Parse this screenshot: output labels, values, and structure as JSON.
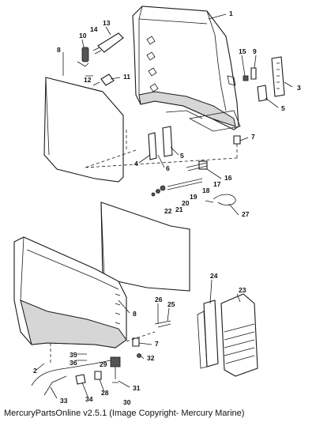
{
  "caption": "MercuryPartsOnline v2.5.1 (Image Copyright- Mercury Marine)",
  "callouts": [
    {
      "id": "c1",
      "text": "1"
    },
    {
      "id": "c2",
      "text": "2"
    },
    {
      "id": "c3",
      "text": "3"
    },
    {
      "id": "c4",
      "text": "4"
    },
    {
      "id": "c5a",
      "text": "5"
    },
    {
      "id": "c5b",
      "text": "5"
    },
    {
      "id": "c6",
      "text": "6"
    },
    {
      "id": "c7a",
      "text": "7"
    },
    {
      "id": "c7b",
      "text": "7"
    },
    {
      "id": "c8a",
      "text": "8"
    },
    {
      "id": "c8b",
      "text": "8"
    },
    {
      "id": "c9",
      "text": "9"
    },
    {
      "id": "c10",
      "text": "10"
    },
    {
      "id": "c11",
      "text": "11"
    },
    {
      "id": "c12",
      "text": "12"
    },
    {
      "id": "c13",
      "text": "13"
    },
    {
      "id": "c14",
      "text": "14"
    },
    {
      "id": "c15",
      "text": "15"
    },
    {
      "id": "c16",
      "text": "16"
    },
    {
      "id": "c17",
      "text": "17"
    },
    {
      "id": "c18",
      "text": "18"
    },
    {
      "id": "c19",
      "text": "19"
    },
    {
      "id": "c20",
      "text": "20"
    },
    {
      "id": "c21",
      "text": "21"
    },
    {
      "id": "c22",
      "text": "22"
    },
    {
      "id": "c23",
      "text": "23"
    },
    {
      "id": "c24",
      "text": "24"
    },
    {
      "id": "c25",
      "text": "25"
    },
    {
      "id": "c26",
      "text": "26"
    },
    {
      "id": "c27",
      "text": "27"
    },
    {
      "id": "c28",
      "text": "28"
    },
    {
      "id": "c29",
      "text": "29"
    },
    {
      "id": "c30",
      "text": "30"
    },
    {
      "id": "c31",
      "text": "31"
    },
    {
      "id": "c32",
      "text": "32"
    },
    {
      "id": "c33",
      "text": "33"
    },
    {
      "id": "c34",
      "text": "34"
    },
    {
      "id": "c35",
      "text": "35"
    },
    {
      "id": "c36",
      "text": "36"
    }
  ]
}
